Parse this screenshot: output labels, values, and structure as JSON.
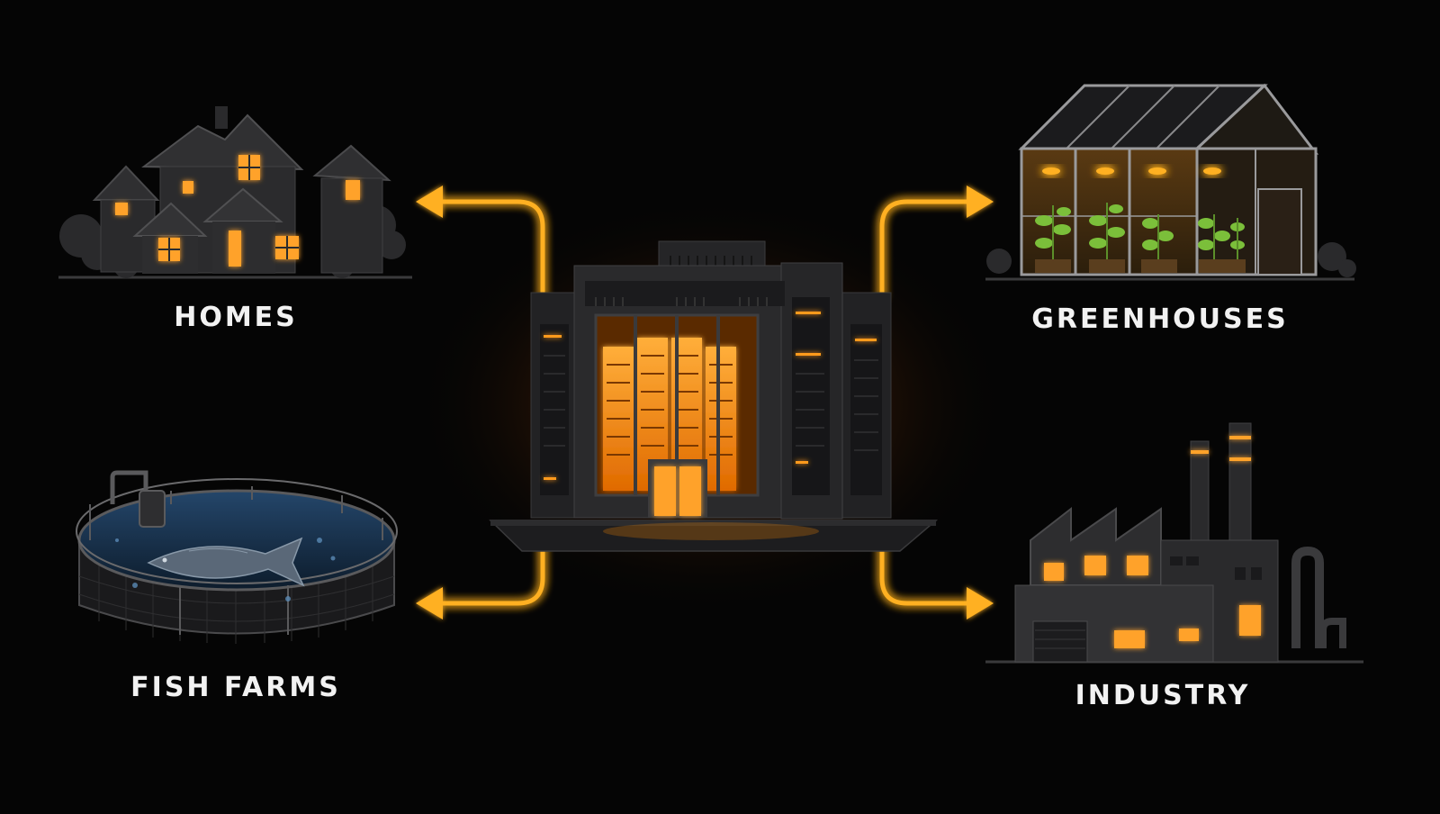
{
  "diagram": {
    "hub": {
      "icon": "data-center-building-icon"
    },
    "destinations": [
      {
        "id": "homes",
        "label": "HOMES",
        "icon": "houses-icon"
      },
      {
        "id": "greenhouses",
        "label": "GREENHOUSES",
        "icon": "greenhouse-icon"
      },
      {
        "id": "fish_farms",
        "label": "FISH FARMS",
        "icon": "fish-tank-icon"
      },
      {
        "id": "industry",
        "label": "INDUSTRY",
        "icon": "factory-icon"
      }
    ],
    "colors": {
      "background": "#050505",
      "heat_arrow": "#ffb020",
      "window_glow": "#ff9a1a",
      "building": "#2a2a2c",
      "water": "#1d3550",
      "plant": "#7bbf3a",
      "label": "#f2f2f2"
    }
  }
}
